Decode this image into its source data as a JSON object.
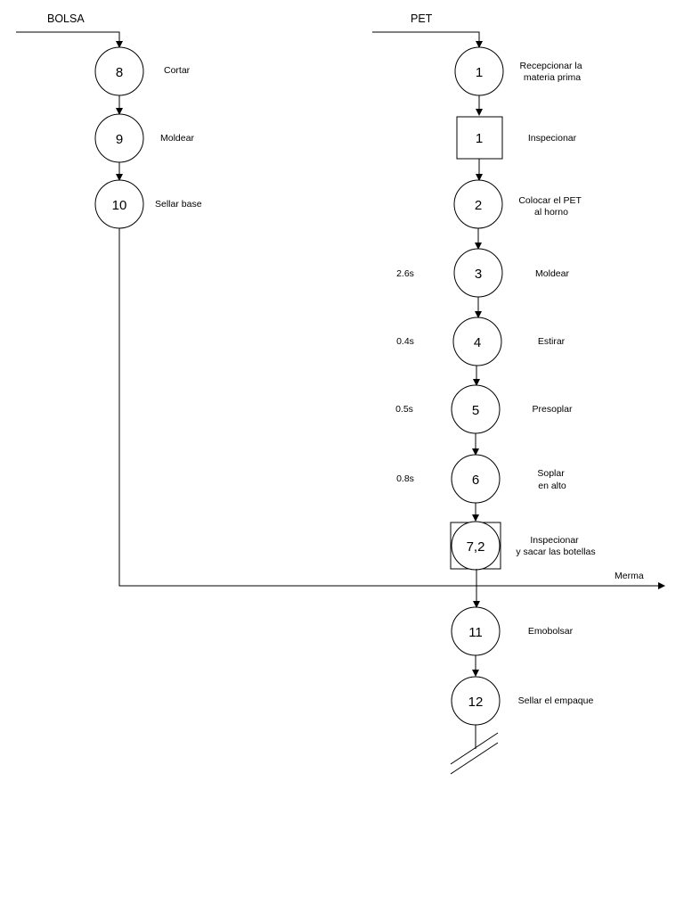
{
  "headers": {
    "left": "BOLSA",
    "right": "PET"
  },
  "steps": {
    "s8": {
      "number": "8",
      "lines": [
        "Cortar"
      ]
    },
    "s9": {
      "number": "9",
      "lines": [
        "Moldear"
      ]
    },
    "s10": {
      "number": "10",
      "lines": [
        "Sellar base"
      ]
    },
    "s1": {
      "number": "1",
      "lines": [
        "Recepcionar la",
        "materia prima"
      ]
    },
    "i1": {
      "number": "1",
      "lines": [
        "Inspecionar"
      ]
    },
    "s2": {
      "number": "2",
      "lines": [
        "Colocar el PET",
        "al horno"
      ]
    },
    "s3": {
      "number": "3",
      "lines": [
        "Moldear"
      ],
      "time": "2.6s"
    },
    "s4": {
      "number": "4",
      "lines": [
        "Estirar"
      ],
      "time": "0.4s"
    },
    "s5": {
      "number": "5",
      "lines": [
        "Presoplar"
      ],
      "time": "0.5s"
    },
    "s6": {
      "number": "6",
      "lines": [
        "Soplar",
        "en alto"
      ],
      "time": "0.8s"
    },
    "c72": {
      "number": "7,2",
      "lines": [
        "Inspecionar",
        "y sacar las botellas"
      ]
    },
    "s11": {
      "number": "11",
      "lines": [
        "Emobolsar"
      ]
    },
    "s12": {
      "number": "12",
      "lines": [
        "Sellar el empaque"
      ]
    }
  },
  "merma_label": "Merma"
}
